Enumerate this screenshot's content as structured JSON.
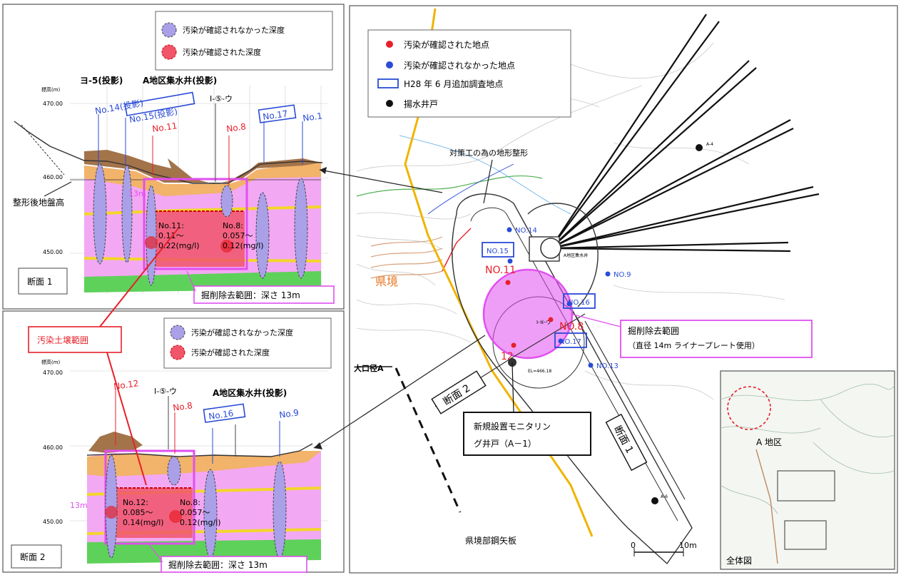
{
  "section1": {
    "legend": {
      "not_confirmed": "汚染が確認されなかった深度",
      "confirmed": "汚染が確認された深度"
    },
    "elev_unit": "標高(m)",
    "elev_ticks": [
      "470.00",
      "460.00",
      "450.00"
    ],
    "labels": {
      "yo5": "ヨ-5(投影)",
      "well_area": "A地区集水井(投影)",
      "i5": "I-⑤-ウ",
      "no14": "No.14(投影)",
      "no15": "No.15(投影)",
      "no11": "No.11",
      "no8": "No.8",
      "no17": "No.17",
      "no1": "No.1",
      "ground": "整形後地盤高",
      "depth13": "13m",
      "no11_val": "No.11:\n0.11～\n0.22(mg/l)",
      "no8_val": "No.8:\n0.057～\n0.12(mg/l)"
    },
    "title": "断面 1",
    "excavation": "掘削除去範囲：深さ 13m"
  },
  "section2": {
    "legend": {
      "not_confirmed": "汚染が確認されなかった深度",
      "confirmed": "汚染が確認された深度"
    },
    "elev_unit": "標高(m)",
    "elev_ticks": [
      "470.00",
      "460.00",
      "450.00"
    ],
    "labels": {
      "no12": "No.12",
      "i5": "I-⑤-ウ",
      "no8": "No.8",
      "well_area": "A地区集水井(投影)",
      "no16": "No.16",
      "no9": "No.9",
      "depth13": "13m",
      "no12_val": "No.12:\n0.085～\n0.14(mg/l)",
      "no8_val": "No.8:\n0.057～\n0.12(mg/l)"
    },
    "title": "断面 2",
    "excavation": "掘削除去範囲：深さ 13m"
  },
  "contaminated_soil": "汚染土壌範囲",
  "map": {
    "legend": {
      "red": "汚染が確認された地点",
      "blue": "汚染が確認されなかった地点",
      "box": "H28 年 6 月追加調査地点",
      "black": "揚水井戸"
    },
    "terrain": "対策工の為の地形整形",
    "boundary": "県境",
    "points": {
      "no14": "NO.14",
      "no15": "NO.15",
      "no11": "NO.11",
      "no9": "NO.9",
      "no16": "NO.16",
      "no8": "NO.8",
      "no17": "NO.17",
      "no12": "12",
      "no13": "NO.13"
    },
    "well": "A地区集水井",
    "excavation": "掘削除去範囲\n（直径 14m ライナープレート使用）",
    "monitoring": "新規設置モニタリング井戸（A－1）",
    "section1": "断面 1",
    "section2": "断面 2",
    "oguchi": "大口径A",
    "sheet_pile": "県境部鋼矢板",
    "scale_0": "0",
    "scale_10": "10m",
    "inset_area": "A 地区",
    "inset_title": "全体図",
    "small_a": "A-1",
    "small_b": "A-4",
    "small_c": "A-6",
    "small_d": "EL=466.18"
  },
  "colors": {
    "red": "#e8202a",
    "blue": "#2a4bd6",
    "magenta": "#e14ff0",
    "pink_fill": "#f3a8f3",
    "green": "#5ed15a",
    "orange": "#f2b36a",
    "brown": "#a3734a",
    "yellow": "#f2d62a"
  }
}
